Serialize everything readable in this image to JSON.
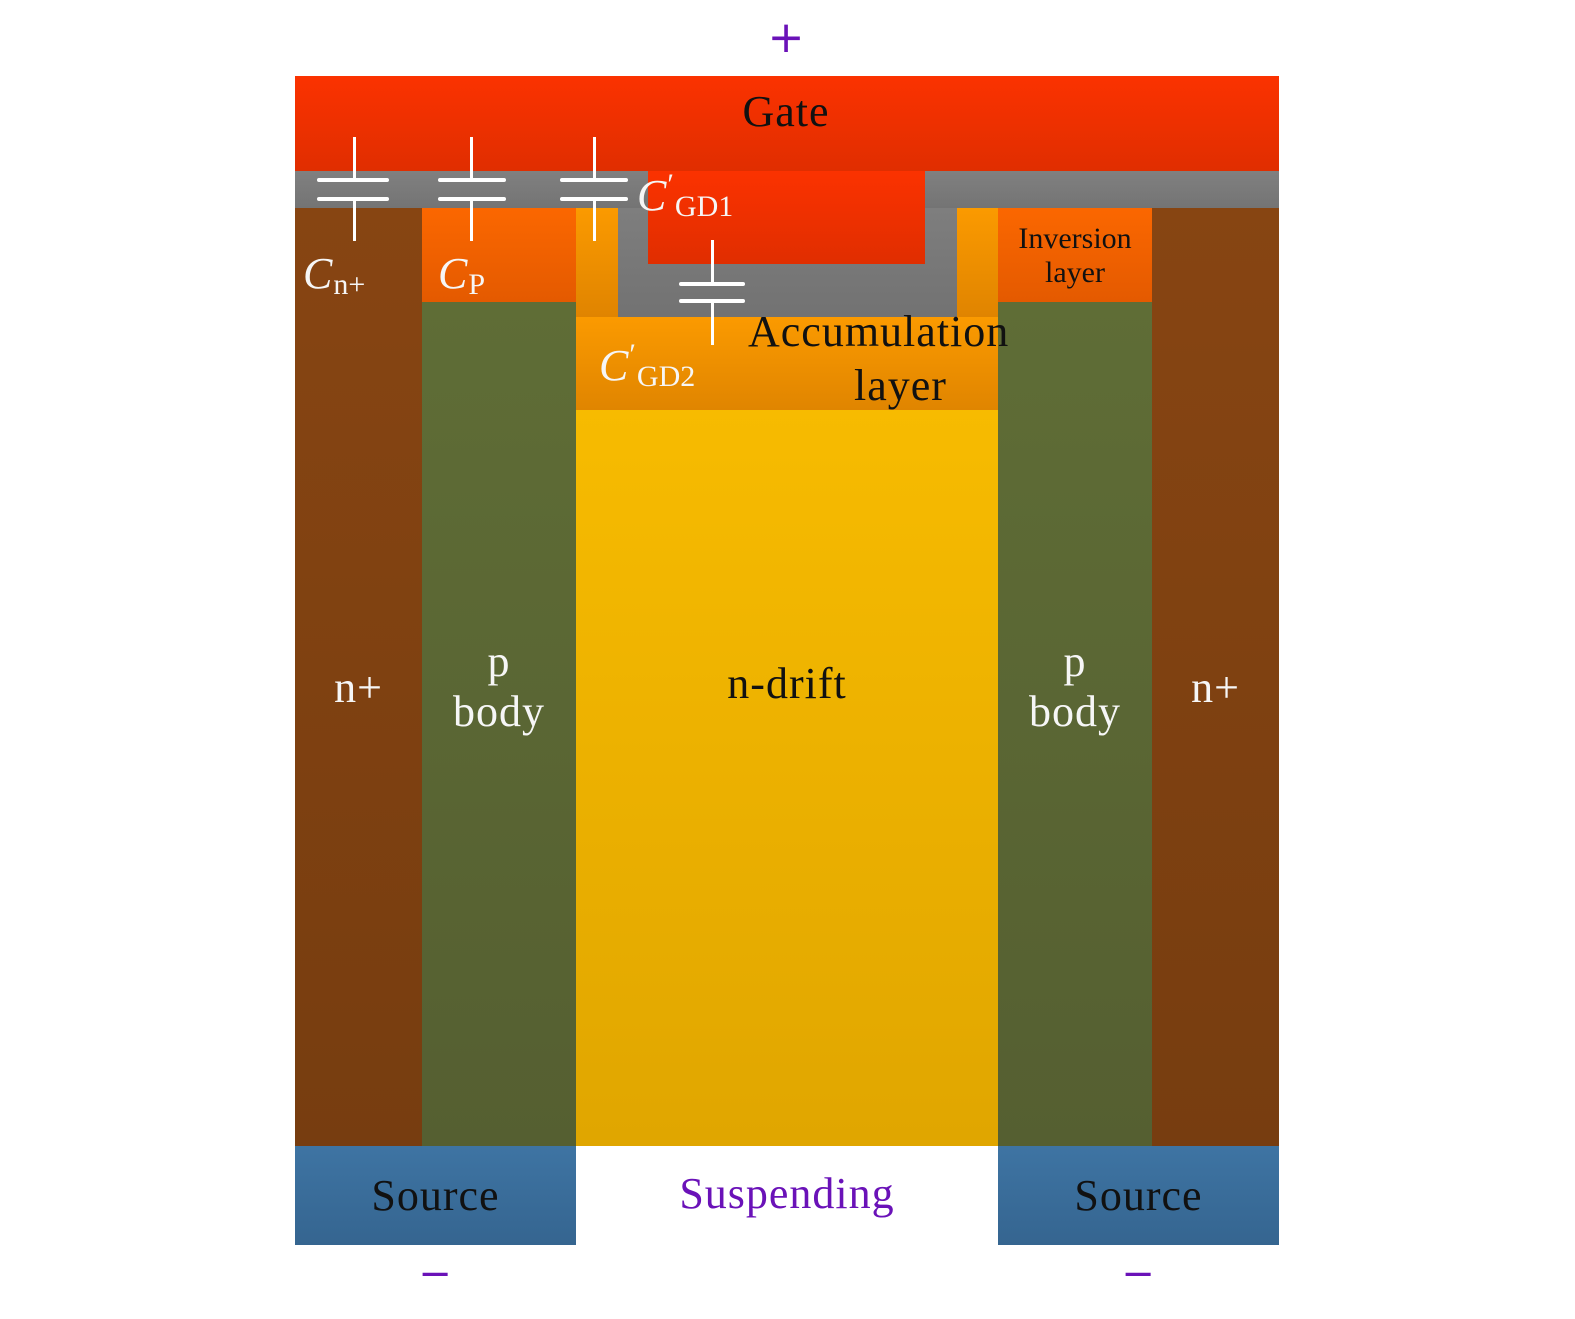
{
  "diagram": {
    "terminals": {
      "gate_polarity": "+",
      "source_left_polarity": "−",
      "source_right_polarity": "−"
    },
    "regions": {
      "gate": "Gate",
      "n_plus_left": "n+",
      "n_plus_right": "n+",
      "p_body_left_line1": "p",
      "p_body_left_line2": "body",
      "p_body_right_line1": "p",
      "p_body_right_line2": "body",
      "n_drift": "n-drift",
      "inversion_line1": "Inversion",
      "inversion_line2": "layer",
      "accumulation_line1": "Accumulation",
      "accumulation_line2": "layer",
      "source_left": "Source",
      "source_right": "Source",
      "drain": "Suspending"
    },
    "capacitors": [
      {
        "symbol": "C",
        "subscript": "n+",
        "prime": ""
      },
      {
        "symbol": "C",
        "subscript": "P",
        "prime": ""
      },
      {
        "symbol": "C",
        "subscript": "GD1",
        "prime": "′"
      },
      {
        "symbol": "C",
        "subscript": "GD2",
        "prime": "′"
      }
    ],
    "colors": {
      "gate": "#fb3200",
      "oxide": "#7a7a7a",
      "n_plus": "#874512",
      "p_body": "#5f6d36",
      "inversion": "#fb6700",
      "accumulation": "#fb9a00",
      "n_drift": "#f7bb00",
      "source": "#3e74a3",
      "polarity": "#6a12b8"
    }
  }
}
